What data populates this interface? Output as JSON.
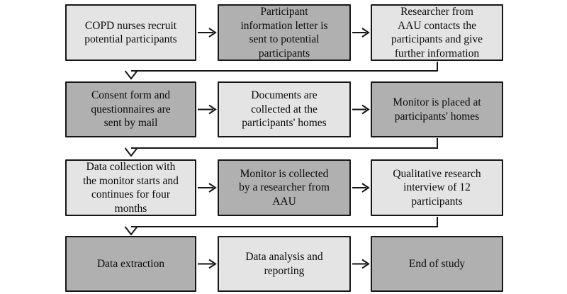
{
  "colors": {
    "background": "#ffffff",
    "box_light": "#e4e4e4",
    "box_dark": "#b0b0b0",
    "border": "#161616",
    "text": "#0a0a0a",
    "arrow": "#161616"
  },
  "flowchart": {
    "type": "process-flow",
    "rows": [
      {
        "boxes": [
          {
            "label": "COPD nurses recruit\npotential participants",
            "shade": "light"
          },
          {
            "label": "Participant\ninformation letter is\nsent to potential\nparticipants",
            "shade": "dark"
          },
          {
            "label": "Researcher from\nAAU contacts the\nparticipants and give\nfurther information",
            "shade": "light"
          }
        ]
      },
      {
        "boxes": [
          {
            "label": "Consent form and\nquestionnaires are\nsent by mail",
            "shade": "dark"
          },
          {
            "label": "Documents are\ncollected at the\nparticipants' homes",
            "shade": "light"
          },
          {
            "label": "Monitor is placed at\nparticipants' homes",
            "shade": "dark"
          }
        ]
      },
      {
        "boxes": [
          {
            "label": "Data collection with\nthe monitor starts and\ncontinues for four\nmonths",
            "shade": "light"
          },
          {
            "label": "Monitor is collected\nby a researcher from\nAAU",
            "shade": "dark"
          },
          {
            "label": "Qualitative research\ninterview of 12\nparticipants",
            "shade": "light"
          }
        ]
      },
      {
        "boxes": [
          {
            "label": "Data extraction",
            "shade": "dark"
          },
          {
            "label": "Data analysis and\nreporting",
            "shade": "light"
          },
          {
            "label": "End of study",
            "shade": "dark"
          }
        ]
      }
    ]
  }
}
